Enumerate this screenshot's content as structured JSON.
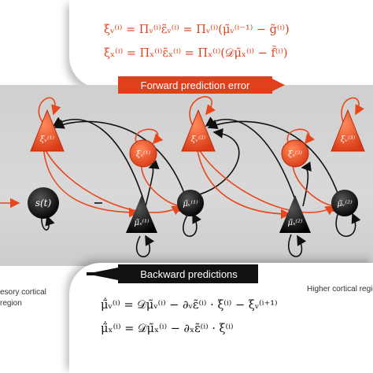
{
  "equations": {
    "xi_v": "ξᵥ⁽ⁱ⁾ = Πᵥ⁽ⁱ⁾ε̃ᵥ⁽ⁱ⁾ = Πᵥ⁽ⁱ⁾(μ̃ᵥ⁽ⁱ⁻¹⁾ − g̃⁽ⁱ⁾)",
    "xi_x": "ξₓ⁽ⁱ⁾ = Πₓ⁽ⁱ⁾ε̃ₓ⁽ⁱ⁾ = Πₓ⁽ⁱ⁾(𝒟μ̃ₓ⁽ⁱ⁾ − f̃⁽ⁱ⁾)",
    "mu_v_dot": "μ̃̇ᵥ⁽ⁱ⁾ = 𝒟μ̃ᵥ⁽ⁱ⁾ − ∂ᵥε̃⁽ⁱ⁾ · ξ⁽ⁱ⁾ − ξᵥ⁽ⁱ⁺¹⁾",
    "mu_x_dot": "μ̃̇ₓ⁽ⁱ⁾ = 𝒟μ̃ₓ⁽ⁱ⁾ − ∂ₓε̃⁽ⁱ⁾ · ξ⁽ⁱ⁾"
  },
  "arrows": {
    "forward": "Forward prediction error",
    "backward": "Backward predictions"
  },
  "regions": {
    "left": "esory cortical region",
    "right": "Higher cortical regio"
  },
  "nodes": {
    "error_v1": "ξᵥ⁽¹⁾",
    "error_x1": "ξₓ⁽¹⁾",
    "error_v2": "ξᵥ⁽²⁾",
    "error_x2": "ξₓ⁽²⁾",
    "error_v3": "ξᵥ⁽³⁾",
    "input": "s(t)",
    "mu_x1": "μ̃ₓ⁽¹⁾",
    "mu_v1": "μ̃ᵥ⁽¹⁾",
    "mu_x2": "μ̃ₓ⁽²⁾",
    "mu_v2": "μ̃ᵥ⁽²⁾"
  },
  "colors": {
    "error_units": "#e8471c",
    "prediction_units": "#111111",
    "forward_arrow": "#e2401c",
    "backward_arrow": "#111111"
  }
}
